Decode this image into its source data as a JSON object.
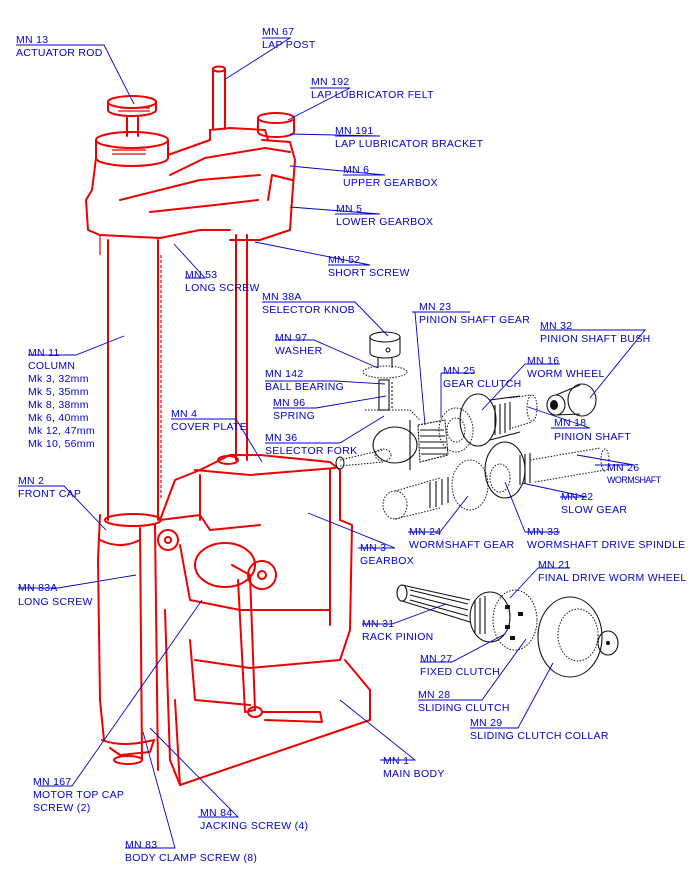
{
  "diagram": {
    "title": "Exploded parts diagram",
    "colors": {
      "label": "#0000cc",
      "main_assembly": "#ee0000",
      "gear_parts": "#111111",
      "background": "#ffffff"
    },
    "labels": [
      {
        "id": "mn13",
        "code": "MN 13",
        "lines": [
          "ACTUATOR ROD"
        ]
      },
      {
        "id": "mn67",
        "code": "MN 67",
        "lines": [
          "LAP POST"
        ]
      },
      {
        "id": "mn192",
        "code": "MN 192",
        "lines": [
          "LAP LUBRICATOR FELT"
        ]
      },
      {
        "id": "mn191",
        "code": "MN 191",
        "lines": [
          "LAP LUBRICATOR BRACKET"
        ]
      },
      {
        "id": "mn6",
        "code": "MN 6",
        "lines": [
          "UPPER GEARBOX"
        ]
      },
      {
        "id": "mn5",
        "code": "MN 5",
        "lines": [
          "LOWER GEARBOX"
        ]
      },
      {
        "id": "mn52",
        "code": "MN 52",
        "lines": [
          "SHORT SCREW"
        ]
      },
      {
        "id": "mn53",
        "code": "MN 53",
        "lines": [
          "LONG SCREW"
        ]
      },
      {
        "id": "mn38a",
        "code": "MN 38A",
        "lines": [
          "SELECTOR KNOB"
        ]
      },
      {
        "id": "mn23",
        "code": "MN 23",
        "lines": [
          "PINION SHAFT GEAR"
        ]
      },
      {
        "id": "mn32",
        "code": "MN 32",
        "lines": [
          "PINION SHAFT BUSH"
        ]
      },
      {
        "id": "mn97",
        "code": "MN 97",
        "lines": [
          "WASHER"
        ]
      },
      {
        "id": "mn16",
        "code": "MN 16",
        "lines": [
          "WORM WHEEL"
        ]
      },
      {
        "id": "mn25",
        "code": "MN 25",
        "lines": [
          "GEAR CLUTCH"
        ]
      },
      {
        "id": "mn142",
        "code": "MN 142",
        "lines": [
          "BALL BEARING"
        ]
      },
      {
        "id": "mn11",
        "code": "MN 11",
        "lines": [
          "COLUMN",
          "Mk 3, 32mm",
          "Mk 5, 35mm",
          "Mk 8, 38mm",
          "Mk 6, 40mm",
          "Mk 12, 47mm",
          "Mk 10, 56mm"
        ]
      },
      {
        "id": "mn96",
        "code": "MN 96",
        "lines": [
          "SPRING"
        ]
      },
      {
        "id": "mn18",
        "code": "MN 18",
        "lines": [
          "PINION SHAFT"
        ]
      },
      {
        "id": "mn4",
        "code": "MN 4",
        "lines": [
          "COVER PLATE"
        ]
      },
      {
        "id": "mn36",
        "code": "MN 36",
        "lines": [
          "SELECTOR FORK"
        ]
      },
      {
        "id": "mn26",
        "code": "MN 26",
        "lines": [
          "WORMSHAFT"
        ]
      },
      {
        "id": "mn2",
        "code": "MN 2",
        "lines": [
          "FRONT CAP"
        ]
      },
      {
        "id": "mn22",
        "code": "MN 22",
        "lines": [
          "SLOW GEAR"
        ]
      },
      {
        "id": "mn24",
        "code": "MN 24",
        "lines": [
          "WORMSHAFT GEAR"
        ]
      },
      {
        "id": "mn33",
        "code": "MN 33",
        "lines": [
          "WORMSHAFT DRIVE SPINDLE"
        ]
      },
      {
        "id": "mn3",
        "code": "MN 3",
        "lines": [
          "GEARBOX"
        ]
      },
      {
        "id": "mn21",
        "code": "MN 21",
        "lines": [
          "FINAL DRIVE WORM WHEEL"
        ]
      },
      {
        "id": "mn83a",
        "code": "MN 83A",
        "lines": [
          "LONG SCREW"
        ]
      },
      {
        "id": "mn31",
        "code": "MN 31",
        "lines": [
          "RACK PINION"
        ]
      },
      {
        "id": "mn27",
        "code": "MN 27",
        "lines": [
          "FIXED CLUTCH"
        ]
      },
      {
        "id": "mn28",
        "code": "MN 28",
        "lines": [
          "SLIDING CLUTCH"
        ]
      },
      {
        "id": "mn29",
        "code": "MN 29",
        "lines": [
          "SLIDING CLUTCH COLLAR"
        ]
      },
      {
        "id": "mn1",
        "code": "MN 1",
        "lines": [
          "MAIN BODY"
        ]
      },
      {
        "id": "mn167",
        "code": "MN 167",
        "lines": [
          "MOTOR TOP CAP",
          "SCREW (2)"
        ]
      },
      {
        "id": "mn84",
        "code": "MN 84",
        "lines": [
          "JACKING SCREW (4)"
        ]
      },
      {
        "id": "mn83",
        "code": "MN 83",
        "lines": [
          "BODY CLAMP SCREW (8)"
        ]
      }
    ]
  }
}
